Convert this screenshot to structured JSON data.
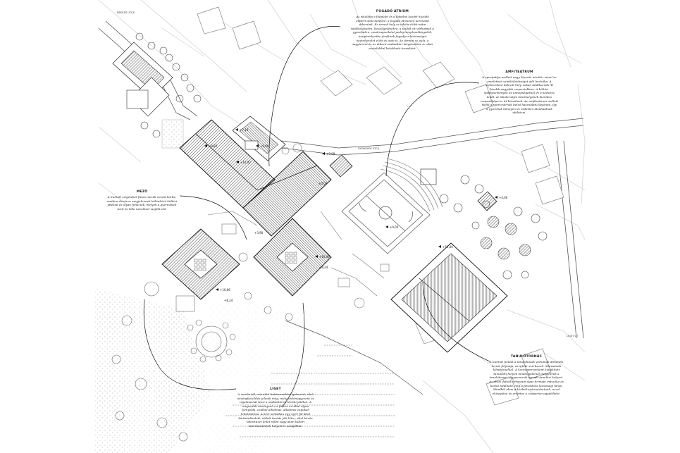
{
  "streets": {
    "top_left": "BEKEZS UTCA",
    "mid": "GYONGYEK UTCA",
    "right": "LIGET UT"
  },
  "levels": [
    {
      "id": "l1",
      "text": "+7,10"
    },
    {
      "id": "l2",
      "text": "+9,82"
    },
    {
      "id": "l3",
      "text": "+9,00"
    },
    {
      "id": "l4",
      "text": "+10,02"
    },
    {
      "id": "l5",
      "text": "±0,00"
    },
    {
      "id": "l6",
      "text": "±0,00"
    },
    {
      "id": "l7",
      "text": "±0,00"
    },
    {
      "id": "l8",
      "text": "+3,90"
    },
    {
      "id": "l9",
      "text": "+10,06"
    },
    {
      "id": "l10",
      "text": "+8,24"
    },
    {
      "id": "l11",
      "text": "+10,06"
    },
    {
      "id": "l12",
      "text": "+8,24"
    },
    {
      "id": "l13",
      "text": "+13,04"
    },
    {
      "id": "l14",
      "text": "+4,00"
    }
  ],
  "callouts": {
    "fogado": {
      "title": "FOGADÓ ÁTRIUM",
      "text": "Az iskolába a főépület és a kápolna között húzódó előtért ulatt belépve, a fogadó átriumon keresztül érkezünk. Ez remek hely az iskola előtti-utáni találkozásokra, beszélgetésekre, a szülők itt várhatnak a gyerekekre, vasárnaponként pedig templomlátogatók, templomkertbe jövőknek fogadja a közönséget istentisztelet előtt és után is. Az átrium az aula, a nagyterem és az étkező szabadtéri kiegészítése is, akár asztalokkal belakható terasként."
    },
    "amfiteatrum": {
      "title": "AMFITEÁTRUM",
      "text": "A sportpálya mellett nagy lépcsős nézőtér simul az emelettséi színtkülönbséget adó buckába. A színteruben ledezőt hely, sokan találkoznak itt kisebb-nagyobb csoportokban. A kültéri sportesemények és ünnepségekkel és a kedvenc leülő, az iskola teljes közösségének ikonikus csoportképei is itt készülnek. Az amfiteátrum mellett ttelik a sportcsarnok belső használatú bejárata, így a gyerekek könnyen és védetten átsuhaldnak átöltözni."
    },
    "mezo": {
      "title": "MEZŐ",
      "text": "A burkolt szigeteket füves mezők veszik körbe, amiben elszórva megjelennek különböző kültéri játékok és olyan funkciók, melyek a gyermekek testi és lelki neveléset segítik elő."
    },
    "tanulo": {
      "title": "TANULÓTORNÁC",
      "text": "A burkolt felület a tanulóházak verkának átmenetí tervét folytatja, az ajtáér szerkezeti rítmusának követésnélkül. A korcsoportonként kialakított tanulóóri helyek mindegyikenél megjelenik a tanulóterasz, ügynevezett tarzaki tanulási helyzet. Az alsós diákok teraszain ágas formájú mászóka és kuckó található, míg a felsőskövi közösségi hinta. Mindkét elem a körbeli származhatunk, azzal ekitegétve és erősítve a csoporton együttlétet."
    },
    "liget": {
      "title": "LIGET",
      "text": "A mezőn túl, a terület határvonalán ligetszerű, sűrű növényközelítés jelenik meg, mely védőnegyezetü és izgalmasnál teszi a szabadtéren töréslí játékot. A megszabb növényzet a a fáreze mi által olyan benyolók, ezálkal alkalmas, alkalmas zugokat lehetőséttsa. A kert sorkában egy nyírt fal által körbeteldedett, védett tisztás jött létre, ahol kézén tábortűzet lehet rakni vagy akár kültéri istentiszteletek helyzét is szolgálhat."
    }
  }
}
